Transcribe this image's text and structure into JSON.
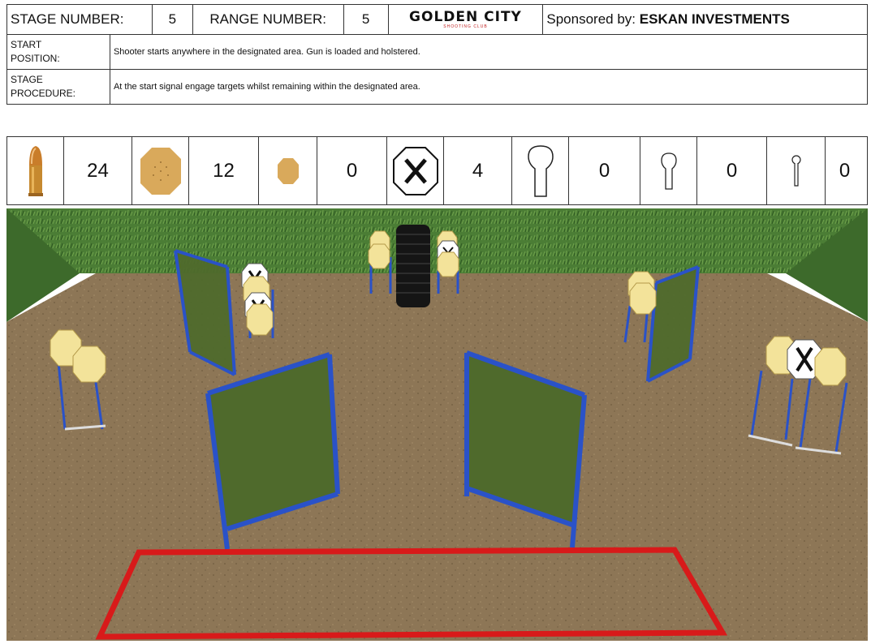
{
  "header": {
    "stage_number_label": "STAGE NUMBER:",
    "stage_number": "5",
    "range_number_label": "RANGE NUMBER:",
    "range_number": "5",
    "logo_text": "GOLDEN CITY",
    "logo_subtext": "SHOOTING CLUB",
    "sponsor_prefix": "Sponsored by:",
    "sponsor_name": "ESKAN INVESTMENTS"
  },
  "start_position": {
    "label_line1": "START",
    "label_line2": "POSITION:",
    "text": "Shooter starts anywhere in the designated area. Gun is loaded and holstered."
  },
  "stage_procedure": {
    "label_line1": "STAGE",
    "label_line2": "PROCEDURE:",
    "text": "At the start signal engage targets whilst remaining within the designated area."
  },
  "counts": [
    {
      "icon": "bullet-icon",
      "value": "24"
    },
    {
      "icon": "large-steel-octagon-icon",
      "value": "12"
    },
    {
      "icon": "small-steel-octagon-icon",
      "value": "0"
    },
    {
      "icon": "no-shoot-target-icon",
      "value": "4"
    },
    {
      "icon": "large-popper-icon",
      "value": "0"
    },
    {
      "icon": "medium-popper-icon",
      "value": "0"
    },
    {
      "icon": "small-popper-icon",
      "value": "0"
    }
  ],
  "colors": {
    "steel": "#d9a95b",
    "target_face": "#f3e39a",
    "wall_frame": "#2a52c8",
    "wall_panel": "#4f6a2c",
    "ground": "#8d7656",
    "grass": "#4b7d35",
    "shooting_box": "#d81a1a"
  }
}
